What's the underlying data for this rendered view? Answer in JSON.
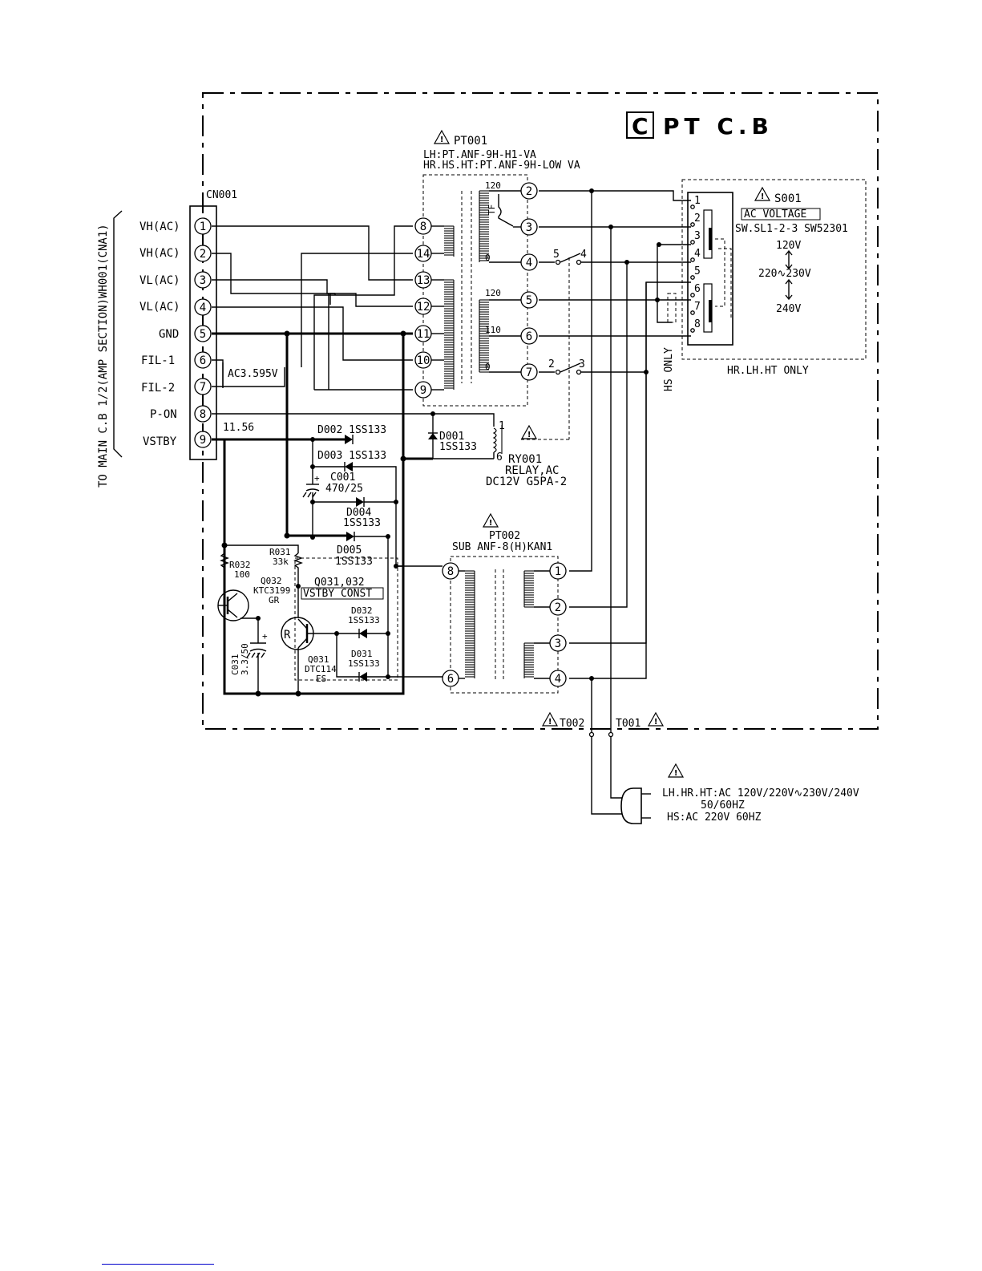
{
  "board_letter": "C",
  "board_title": "PT C.B",
  "side_label": "TO MAIN C.B 1/2(AMP SECTION)WH001(CNA1)",
  "cn001": {
    "ref": "CN001",
    "pins": [
      {
        "num": "1",
        "name": "VH(AC)"
      },
      {
        "num": "2",
        "name": "VH(AC)"
      },
      {
        "num": "3",
        "name": "VL(AC)"
      },
      {
        "num": "4",
        "name": "VL(AC)"
      },
      {
        "num": "5",
        "name": "GND"
      },
      {
        "num": "6",
        "name": "FIL-1"
      },
      {
        "num": "7",
        "name": "FIL-2"
      },
      {
        "num": "8",
        "name": "P-ON"
      },
      {
        "num": "9",
        "name": "VSTBY"
      }
    ],
    "voltage_fil": "AC3.595V",
    "voltage_stby": "11.56"
  },
  "pt001": {
    "ref": "PT001",
    "line1": "LH:PT.ANF-9H-H1-VA",
    "line2": "HR.HS.HT:PT.ANF-9H-LOW VA",
    "sec_pins": [
      "8",
      "14",
      "13",
      "12",
      "11",
      "10",
      "9"
    ],
    "pri_pins": [
      "2",
      "3",
      "4",
      "5",
      "6",
      "7"
    ],
    "taps": [
      "120",
      "0",
      "120",
      "110",
      "0"
    ],
    "tf": "TF"
  },
  "s001": {
    "ref": "S001",
    "name": "AC VOLTAGE",
    "part": "SW.SL1-2-3 SW52301",
    "pins": [
      "1",
      "2",
      "3",
      "4",
      "5",
      "6",
      "7",
      "8"
    ],
    "v120": "120V",
    "v220": "220∿230V",
    "v240": "240V",
    "note": "HR.LH.HT ONLY"
  },
  "hs_only": "HS ONLY",
  "relay_contacts": {
    "c5": "5",
    "c4": "4",
    "c2": "2",
    "c3": "3"
  },
  "ry001": {
    "ref": "RY001",
    "name": "RELAY,AC",
    "part": "DC12V G5PA-2",
    "pin1": "1",
    "pin6": "6"
  },
  "d001": {
    "ref": "D001",
    "part": "1SS133"
  },
  "d002": "D002 1SS133",
  "d003": "D003 1SS133",
  "c001": {
    "ref": "C001",
    "value": "470/25"
  },
  "d004": {
    "ref": "D004",
    "part": "1SS133"
  },
  "d005": {
    "ref": "D005",
    "part": "1SS133"
  },
  "pt002": {
    "ref": "PT002",
    "part": "SUB ANF-8(H)KAN1",
    "sec_pins": [
      "8",
      "6"
    ],
    "pri_pins": [
      "1",
      "2",
      "3",
      "4"
    ]
  },
  "r032": {
    "ref": "R032",
    "value": "100"
  },
  "r031": {
    "ref": "R031",
    "value": "33k"
  },
  "q032": {
    "ref": "Q032",
    "part": "KTC3199",
    "rank": "GR"
  },
  "q031_032": "Q031,032",
  "vstby_const": "VSTBY CONST",
  "d032": {
    "ref": "D032",
    "part": "1SS133"
  },
  "d031": {
    "ref": "D031",
    "part": "1SS133"
  },
  "q031": {
    "ref": "Q031",
    "part": "DTC114",
    "rank": "ES",
    "mark": "R"
  },
  "c031": {
    "ref": "C031",
    "value": "3.3/50"
  },
  "t002": "T002",
  "t001": "T001",
  "plug": {
    "line1": "LH.HR.HT:AC 120V/220V∿230V/240V",
    "line2": "50/60HZ",
    "line3": "HS:AC 220V 60HZ"
  }
}
